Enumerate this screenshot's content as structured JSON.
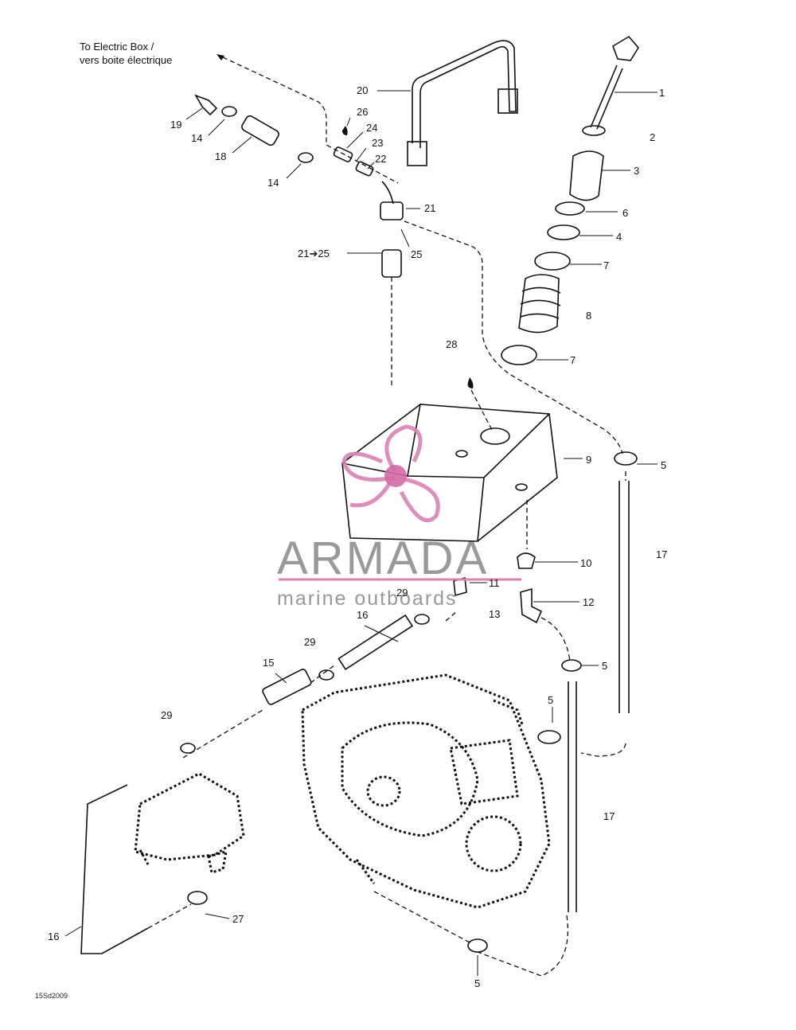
{
  "destination": {
    "line1": "To Electric Box /",
    "line2": "vers boite électrique"
  },
  "watermark": {
    "title": "ARMADA",
    "subtitle": "marine outboards",
    "accent_color": "#d883b3"
  },
  "drawing_code": "15Sd2009",
  "callouts": {
    "c1": "1",
    "c2": "2",
    "c3": "3",
    "c6": "6",
    "c4": "4",
    "c7a": "7",
    "c8": "8",
    "c7b": "7",
    "c28": "28",
    "c9": "9",
    "c5a": "5",
    "c17a": "17",
    "c10": "10",
    "c11": "11",
    "c12": "12",
    "c13": "13",
    "c29a": "29",
    "c16a": "16",
    "c29b": "29",
    "c15": "15",
    "c5b": "5",
    "c5c": "5",
    "c17b": "17",
    "c29c": "29",
    "c27": "27",
    "c16b": "16",
    "c5d": "5",
    "c20": "20",
    "c26": "26",
    "c24": "24",
    "c23": "23",
    "c22": "22",
    "c21": "21",
    "c2125": "21➔25",
    "c25": "25",
    "c19": "19",
    "c14a": "14",
    "c18": "18",
    "c14b": "14"
  }
}
